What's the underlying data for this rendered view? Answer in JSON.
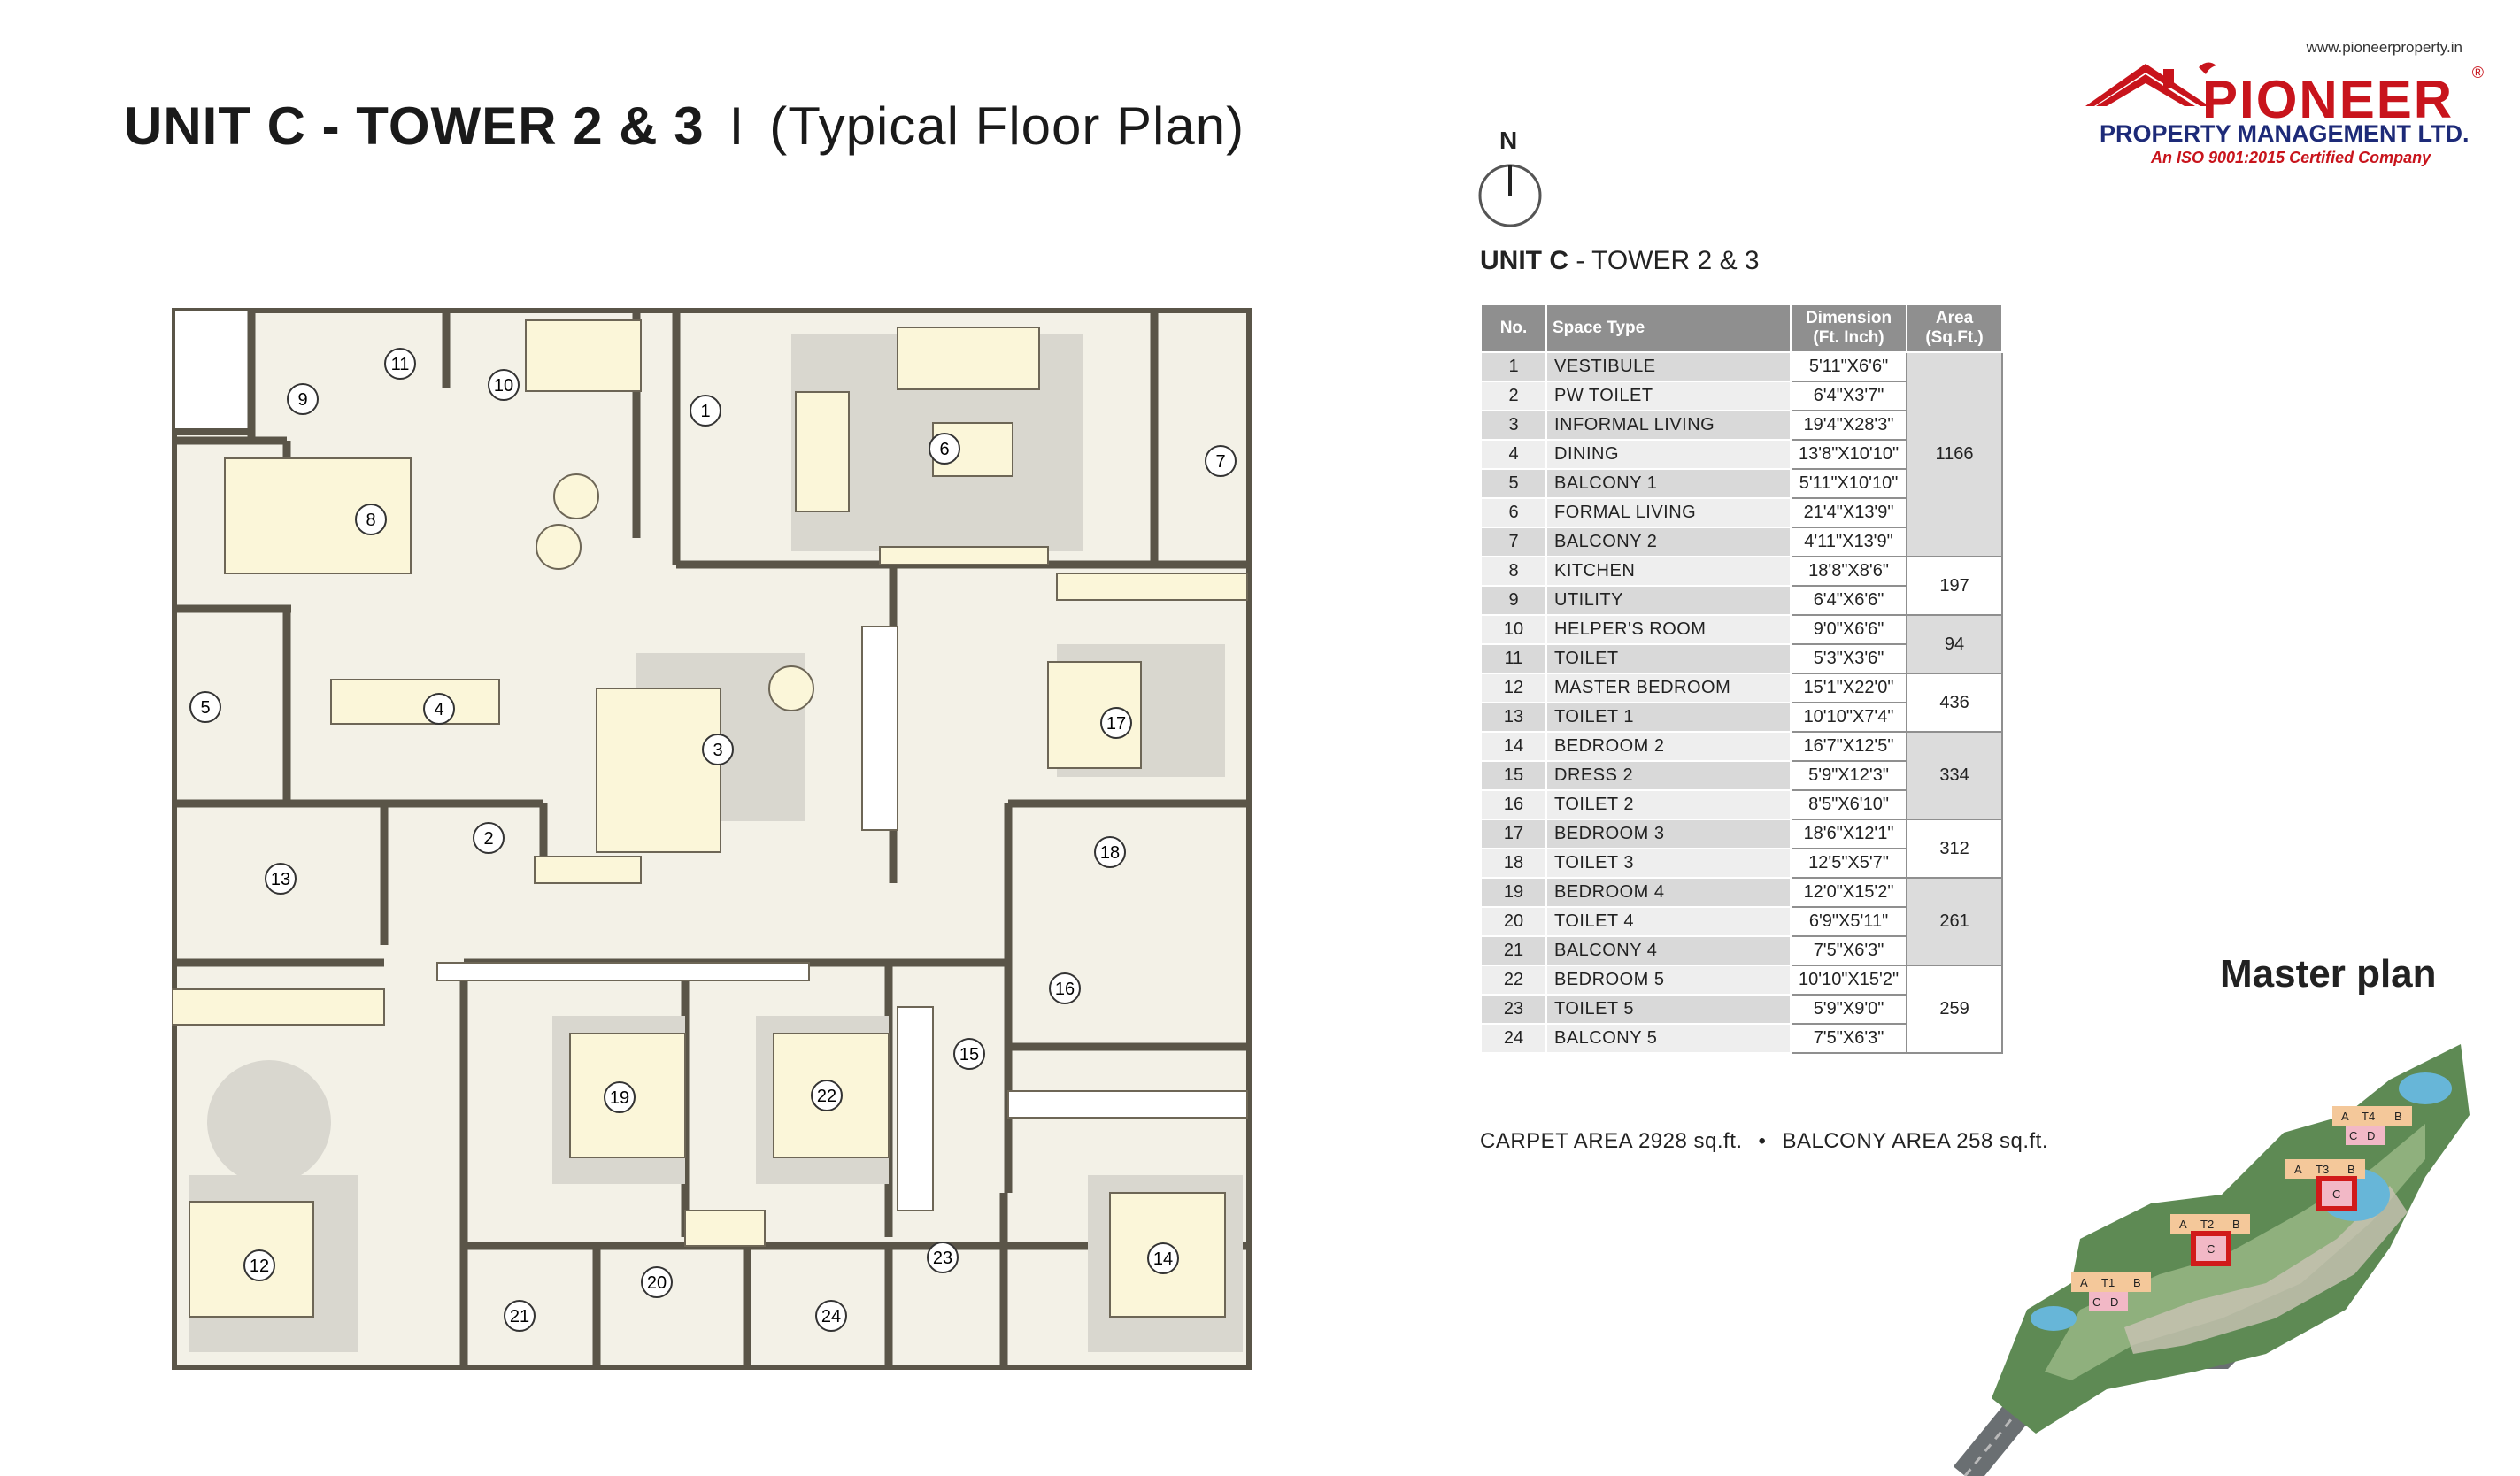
{
  "title": {
    "main": "UNIT C - TOWER 2 & 3",
    "separator": "I",
    "sub": "(Typical Floor Plan)"
  },
  "logo": {
    "url": "www.pioneerproperty.in",
    "name": "PIONEER",
    "registered": "®",
    "subtitle": "PROPERTY MANAGEMENT LTD.",
    "certification": "An ISO 9001:2015 Certified Company"
  },
  "compass": {
    "label": "N"
  },
  "table_heading": {
    "bold": "UNIT C",
    "rest": " - TOWER 2 & 3"
  },
  "table": {
    "headers": [
      "No.",
      "Space Type",
      "Dimension (Ft. Inch)",
      "Area (Sq.Ft.)"
    ],
    "rows": [
      {
        "no": "1",
        "space": "VESTIBULE",
        "dim": "5'11\"X6'6\""
      },
      {
        "no": "2",
        "space": "PW TOILET",
        "dim": "6'4\"X3'7\""
      },
      {
        "no": "3",
        "space": "INFORMAL LIVING",
        "dim": "19'4\"X28'3\""
      },
      {
        "no": "4",
        "space": "DINING",
        "dim": "13'8\"X10'10\""
      },
      {
        "no": "5",
        "space": "BALCONY 1",
        "dim": "5'11\"X10'10\""
      },
      {
        "no": "6",
        "space": "FORMAL LIVING",
        "dim": "21'4\"X13'9\""
      },
      {
        "no": "7",
        "space": "BALCONY 2",
        "dim": "4'11\"X13'9\""
      },
      {
        "no": "8",
        "space": "KITCHEN",
        "dim": "18'8\"X8'6\""
      },
      {
        "no": "9",
        "space": "UTILITY",
        "dim": "6'4\"X6'6\""
      },
      {
        "no": "10",
        "space": "HELPER'S ROOM",
        "dim": "9'0\"X6'6\""
      },
      {
        "no": "11",
        "space": "TOILET",
        "dim": "5'3\"X3'6\""
      },
      {
        "no": "12",
        "space": "MASTER BEDROOM",
        "dim": "15'1\"X22'0\""
      },
      {
        "no": "13",
        "space": "TOILET 1",
        "dim": "10'10\"X7'4\""
      },
      {
        "no": "14",
        "space": "BEDROOM 2",
        "dim": "16'7\"X12'5\""
      },
      {
        "no": "15",
        "space": "DRESS 2",
        "dim": "5'9\"X12'3\""
      },
      {
        "no": "16",
        "space": "TOILET 2",
        "dim": "8'5\"X6'10\""
      },
      {
        "no": "17",
        "space": "BEDROOM 3",
        "dim": "18'6\"X12'1\""
      },
      {
        "no": "18",
        "space": "TOILET 3",
        "dim": "12'5\"X5'7\""
      },
      {
        "no": "19",
        "space": "BEDROOM 4",
        "dim": "12'0\"X15'2\""
      },
      {
        "no": "20",
        "space": "TOILET 4",
        "dim": "6'9\"X5'11\""
      },
      {
        "no": "21",
        "space": "BALCONY 4",
        "dim": "7'5\"X6'3\""
      },
      {
        "no": "22",
        "space": "BEDROOM 5",
        "dim": "10'10\"X15'2\""
      },
      {
        "no": "23",
        "space": "TOILET 5",
        "dim": "5'9\"X9'0\""
      },
      {
        "no": "24",
        "space": "BALCONY 5",
        "dim": "7'5\"X6'3\""
      }
    ],
    "area_groups": [
      "1166",
      "197",
      "94",
      "436",
      "334",
      "312",
      "261",
      "259"
    ]
  },
  "summary": {
    "carpet": "CARPET AREA 2928 sq.ft.",
    "dot": "•",
    "balcony": "BALCONY AREA 258 sq.ft."
  },
  "master_plan": {
    "title": "Master plan",
    "tower_labels": [
      "A",
      "T4",
      "B",
      "C",
      "D",
      "A",
      "T3",
      "B",
      "C",
      "A",
      "T2",
      "B",
      "C",
      "A",
      "T1",
      "B",
      "C",
      "D"
    ]
  },
  "plan_labels": [
    "1",
    "2",
    "3",
    "4",
    "5",
    "6",
    "7",
    "8",
    "9",
    "10",
    "11",
    "12",
    "13",
    "14",
    "15",
    "16",
    "17",
    "18",
    "19",
    "20",
    "21",
    "22",
    "23",
    "24"
  ],
  "colors": {
    "wall": "#5a5548",
    "floor": "#f3f1e7",
    "furniture": "#fbf6d9",
    "rug": "#d9d7cf",
    "logo_red": "#c8141c",
    "logo_blue": "#1d2a78",
    "highlight": "#d11a1a"
  }
}
